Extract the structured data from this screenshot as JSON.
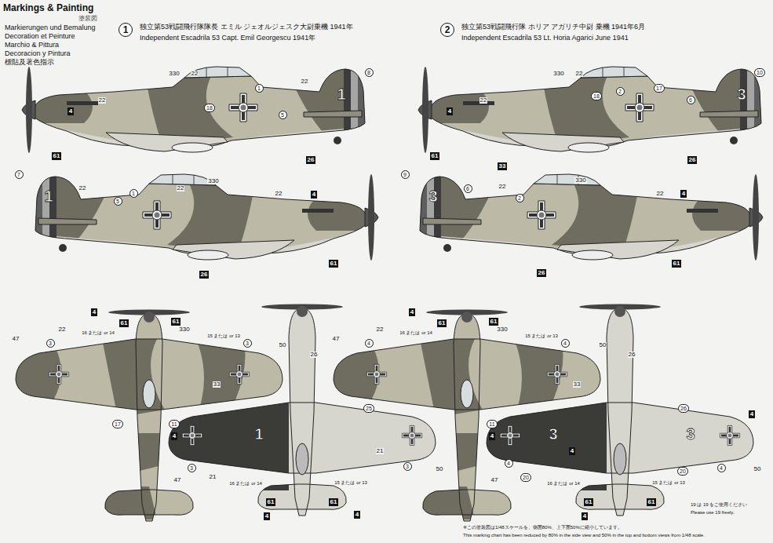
{
  "diagram": {
    "nodes": [
      {
        "text": [
          "1"
        ]
      },
      {
        "text": [
          "2"
        ]
      }
    ],
    "labels": [
      "Markings & Painting",
      "塗装図",
      "Markierungen und Bemalung",
      "Decoration et Peinture",
      "Marchio & Pittura",
      "Decoracion y Pintura",
      "標貼及著色指示",
      "独立第53戦闘飛行隊隊長 エミル ジェオルジェスク大尉乗機 1941年",
      "Independent Escadrila 53 Capt. Emil Georgescu 1941年",
      "独立第53戦闘飛行隊 ホリア アガリチ中尉 乗機 1941年6月",
      "Independent Escadrila 53 Lt. Horia Agarici June 1941",
      "4",
      "22",
      "330",
      "22",
      "18",
      "1",
      "5",
      "22",
      "8",
      "1",
      "61",
      "26",
      "7",
      "22",
      "5",
      "1",
      "22",
      "330",
      "22",
      "4",
      "1",
      "26",
      "61",
      "4",
      "22",
      "330",
      "22",
      "18",
      "2",
      "17",
      "6",
      "10",
      "3",
      "61",
      "33",
      "26",
      "9",
      "6",
      "22",
      "2",
      "330",
      "22",
      "4",
      "3",
      "26",
      "61",
      "4",
      "61",
      "61",
      "22",
      "16 または or 14",
      "330",
      "15 または or 13",
      "47",
      "3",
      "3",
      "50",
      "17",
      "11",
      "4",
      "26",
      "33",
      "25",
      "1",
      "21",
      "3",
      "21",
      "16 または or 14",
      "15 または or 13",
      "47",
      "50",
      "3",
      "61",
      "61",
      "4",
      "4",
      "4",
      "61",
      "61",
      "22",
      "16 または or 14",
      "330",
      "15 または or 13",
      "47",
      "4",
      "4",
      "50",
      "11",
      "4",
      "47",
      "26",
      "33",
      "26",
      "4",
      "3",
      "3",
      "4",
      "4",
      "20",
      "16 または or 14",
      "15 または or 13",
      "20",
      "4",
      "50",
      "61",
      "61",
      "4",
      "19 は 19 をご使用ください",
      "Please use 19 freely.",
      "※この塗装図は1/48スケールを、側面80%、上下面50%に縮小しています。",
      "This marking chart has been reduced by 80% in the side view and 50% in the top and bottom views from 1/48 scale."
    ]
  }
}
